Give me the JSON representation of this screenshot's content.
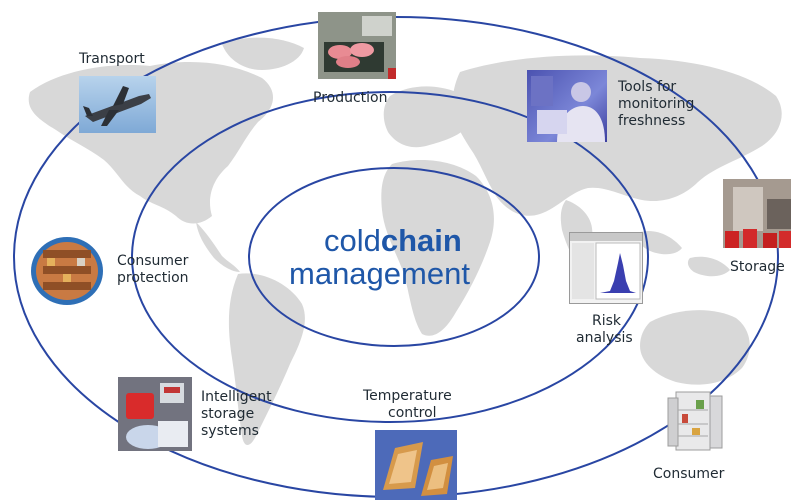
{
  "title": {
    "line1_regular": "cold",
    "line1_bold": "chain",
    "line2": "management"
  },
  "nodes": {
    "transport": "Transport",
    "production": "Production",
    "tools": [
      "Tools for",
      "monitoring",
      "freshness"
    ],
    "storage": "Storage",
    "consumer_protection": [
      "Consumer",
      "protection"
    ],
    "risk_analysis": [
      "Risk",
      "analysis"
    ],
    "intelligent_storage": [
      "Intelligent",
      "storage",
      "systems"
    ],
    "temperature_control": [
      "Temperature",
      "control"
    ],
    "consumer": "Consumer"
  },
  "colors": {
    "ellipse": "#2946a3",
    "title": "#1f57a8",
    "map": "#d9d9d9"
  },
  "icons": {
    "transport": "airplane-photo",
    "production": "meat-tray-photo",
    "tools": "lab-worker-photo",
    "storage": "cold-storage-photo",
    "consumer_protection": "globe-shelf-photo",
    "risk_analysis": "histogram-screenshot",
    "intelligent_storage": "sensor-tags-photo",
    "temperature_control": "packaging-photo",
    "consumer": "fridge-photo"
  }
}
